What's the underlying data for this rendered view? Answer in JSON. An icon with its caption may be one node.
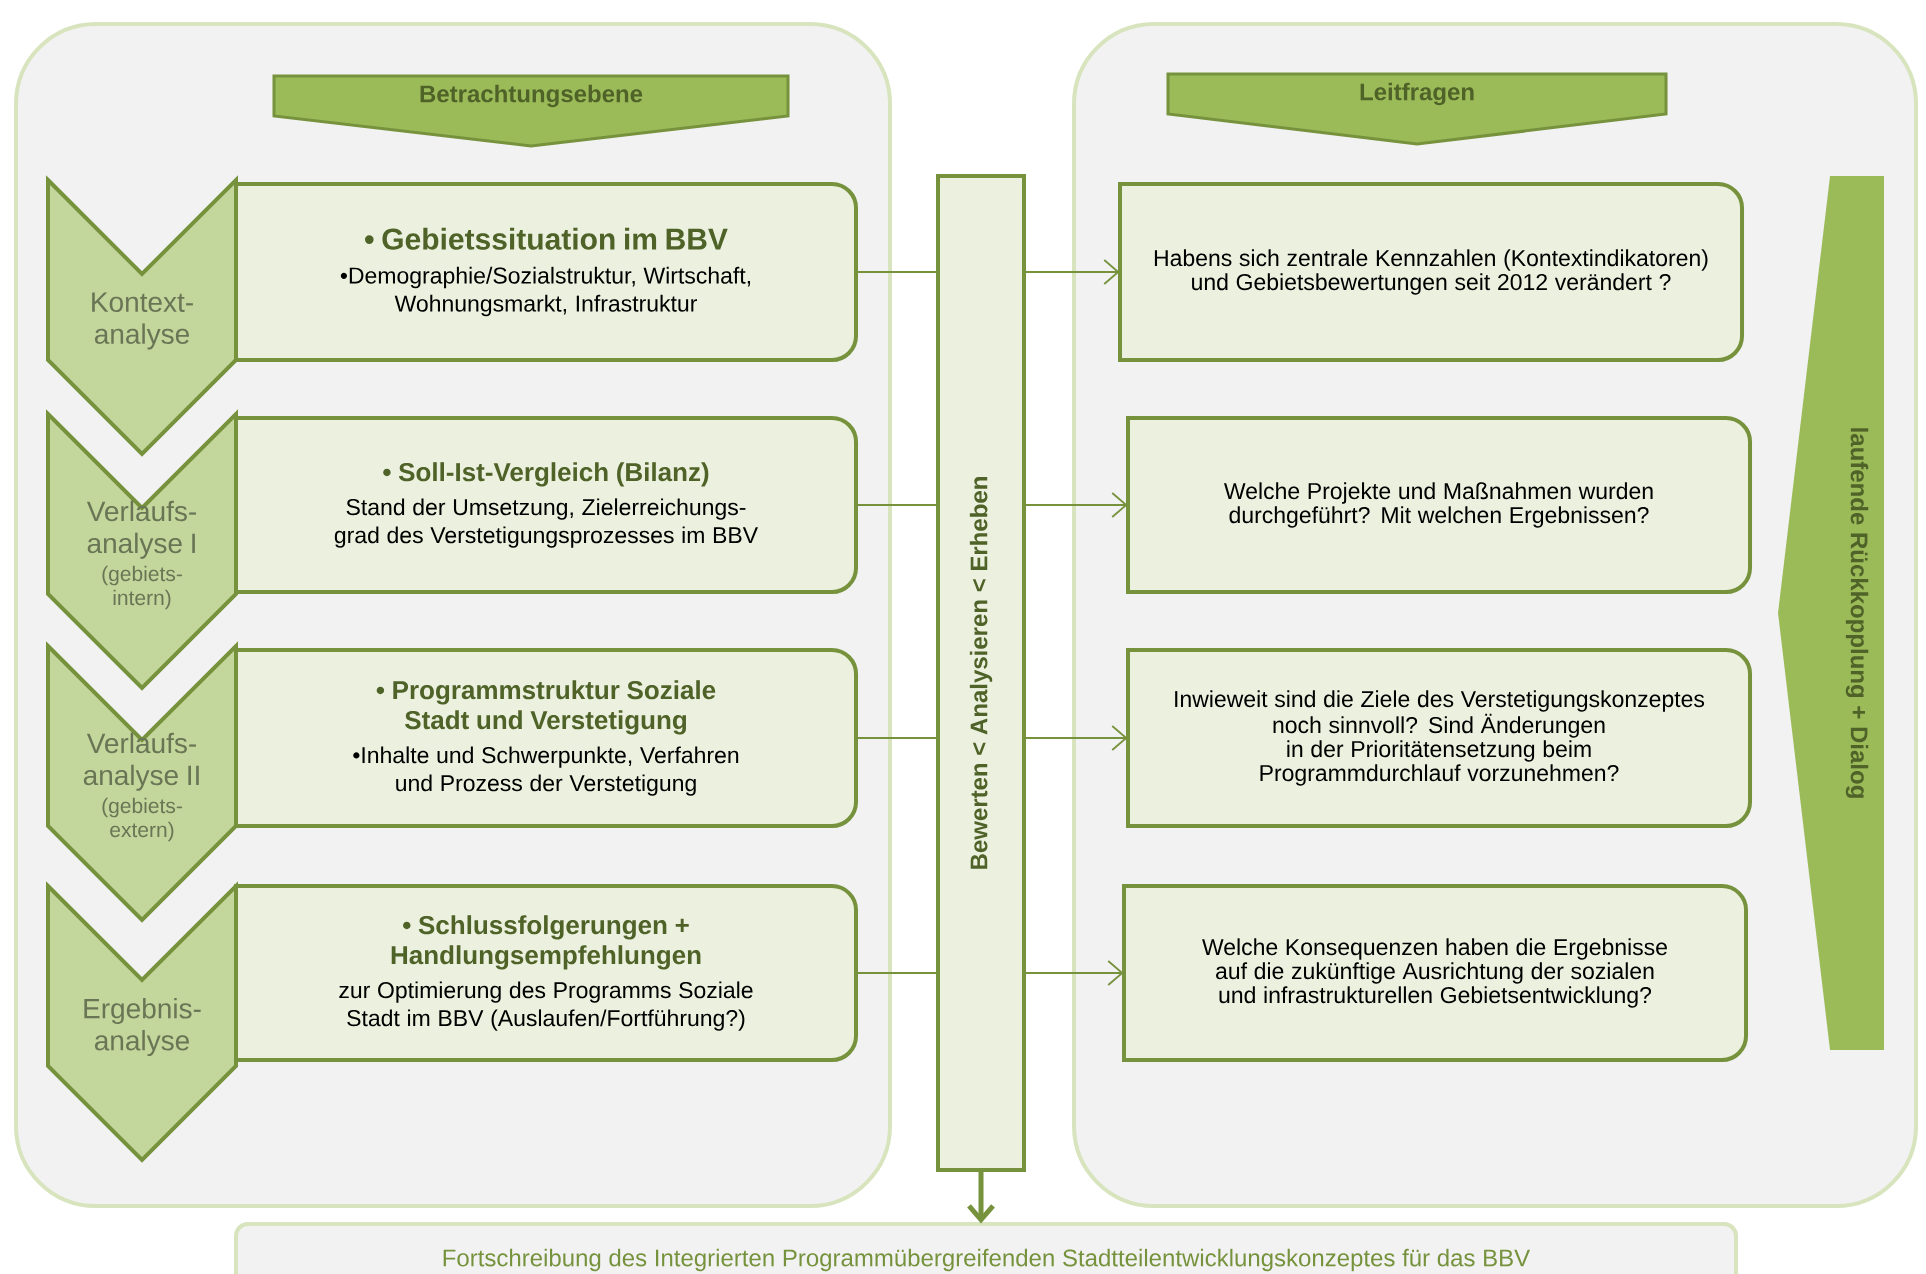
{
  "diagram": {
    "nodes": [
      {
        "text": [],
        "shape": "box"
      },
      {
        "text": [
          "Betrachtungsebene"
        ],
        "in": 0
      },
      {
        "text": [
          "Kontext- analyse"
        ],
        "in": 0
      },
      {
        "text": [
          "• Gebietssituation im BBV",
          "•Demographie/Sozialstruktur, Wirtschaft, Wohnungsmarkt, Infrastruktur"
        ],
        "in": 0
      },
      {
        "text": [
          "Verlaufs- analyse I",
          "(gebiets- intern)"
        ],
        "in": 0
      },
      {
        "text": [
          "• Soll-Ist-Vergleich (Bilanz)",
          "Stand der Umsetzung, Zielerreichungs- grad des Verstetigungsprozesses im BBV"
        ],
        "in": 0
      },
      {
        "text": [
          "Verlaufs- analyse II",
          "(gebiets- extern)"
        ],
        "in": 0
      },
      {
        "text": [
          "• Programmstruktur Soziale Stadt und Verstetigung",
          "•Inhalte und Schwerpunkte, Verfahren und Prozess der Verstetigung"
        ],
        "in": 0
      },
      {
        "text": [
          "Ergebnis- analyse"
        ],
        "in": 0
      },
      {
        "text": [
          "• Schlussfolgerungen + Handlungsempfehlungen",
          "zur Optimierung des Programms Soziale Stadt im BBV (Auslaufen/Fortführung?)"
        ],
        "in": 0
      },
      {
        "text": [
          "Bewerten < Analysieren < Erheben"
        ]
      },
      {
        "text": [],
        "shape": "box"
      },
      {
        "text": [
          "Leitfragen"
        ],
        "in": 11
      },
      {
        "text": [
          "Habens sich zentrale Kennzahlen (Kontextindikatoren) und Gebietsbewertungen seit 2012 verändert ?"
        ],
        "in": 11
      },
      {
        "text": [
          "Welche Projekte und Maßnahmen wurden durchgeführt? Mit welchen Ergebnissen?"
        ],
        "in": 11
      },
      {
        "text": [
          "Inwieweit sind die Ziele des Verstetigungskonzeptes noch sinnvoll? Sind Änderungen in der Prioritätensetzung beim Programmdurchlauf vorzunehmen?"
        ],
        "in": 11
      },
      {
        "text": [
          "Welche Konsequenzen haben die Ergebnisse auf die zukünftige Ausrichtung der sozialen und infrastrukturellen Gebietsentwicklung?"
        ],
        "in": 11
      },
      {
        "text": [
          "laufende Rückkopplung + Dialog"
        ],
        "in": 11
      },
      {
        "text": [
          "Fortschreibung des Integrierten Programmübergreifenden Stadtteilentwicklungskonzeptes für das BBV"
        ]
      }
    ],
    "edges": [
      {
        "from": 3,
        "to": 10,
        "arrow": "none"
      },
      {
        "from": 10,
        "to": 13,
        "arrow": "to"
      },
      {
        "from": 5,
        "to": 10,
        "arrow": "none"
      },
      {
        "from": 10,
        "to": 14,
        "arrow": "to"
      },
      {
        "from": 7,
        "to": 10,
        "arrow": "none"
      },
      {
        "from": 10,
        "to": 15,
        "arrow": "to"
      },
      {
        "from": 9,
        "to": 10,
        "arrow": "none"
      },
      {
        "from": 10,
        "to": 16,
        "arrow": "to"
      },
      {
        "from": 10,
        "to": 18,
        "arrow": "to",
        "style": "thick"
      }
    ]
  }
}
